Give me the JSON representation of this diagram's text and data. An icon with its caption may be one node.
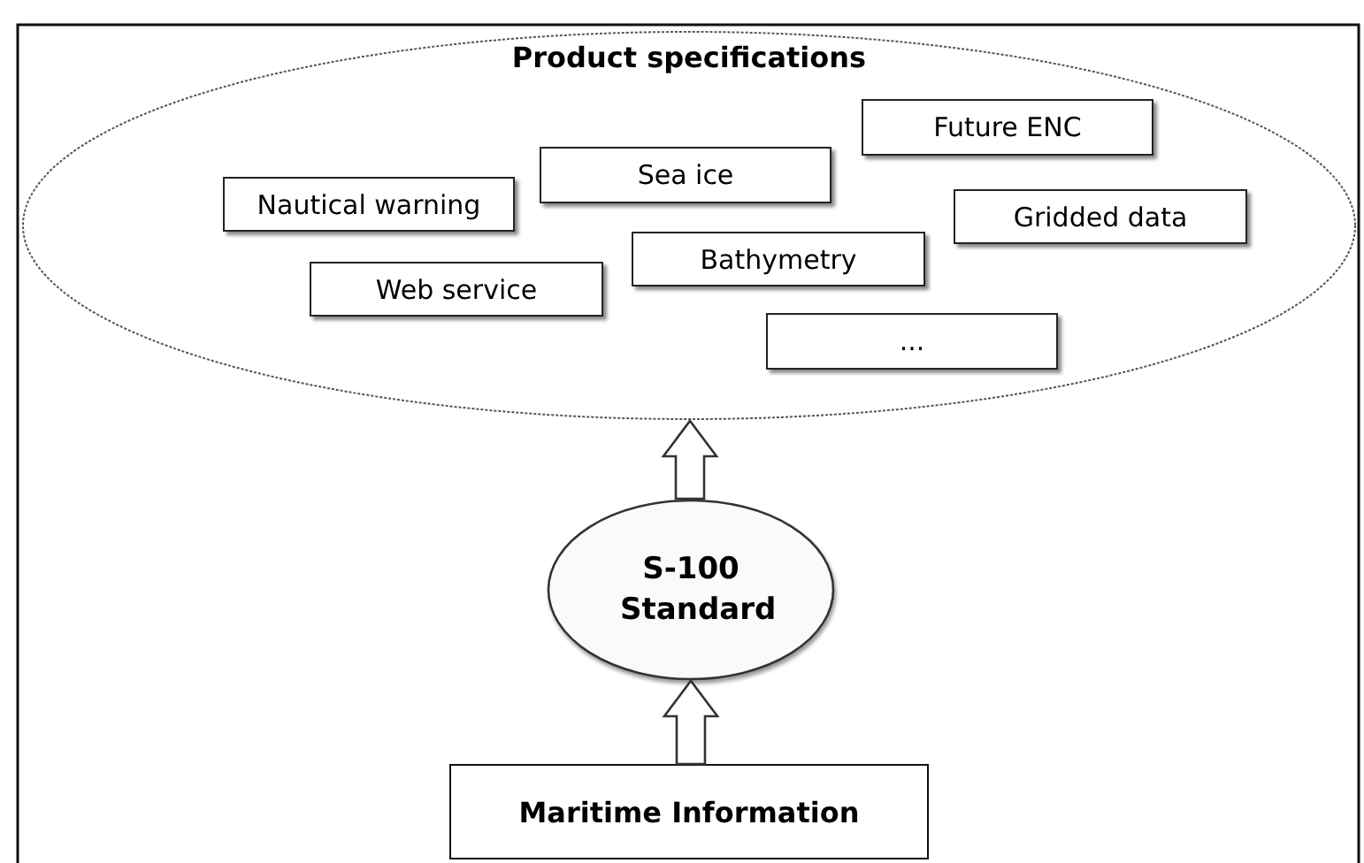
{
  "diagram": {
    "nodes": [
      {
        "text": [
          "Product specifications"
        ]
      },
      {
        "text": [
          "Future ENC"
        ],
        "in": 0
      },
      {
        "text": [
          "Sea ice"
        ],
        "in": 0
      },
      {
        "text": [
          "Nautical warning"
        ],
        "in": 0
      },
      {
        "text": [
          "Gridded data"
        ],
        "in": 0
      },
      {
        "text": [
          "Bathymetry"
        ],
        "in": 0
      },
      {
        "text": [
          "Web service"
        ],
        "in": 0
      },
      {
        "text": [
          "..."
        ],
        "in": 0
      },
      {
        "text": [
          "S-100 Standard"
        ]
      },
      {
        "text": [
          "Maritime Information"
        ]
      }
    ],
    "edges": [
      {
        "from": 9,
        "to": 8,
        "arrow": "to"
      },
      {
        "from": 8,
        "to": 0,
        "arrow": "to"
      }
    ]
  }
}
